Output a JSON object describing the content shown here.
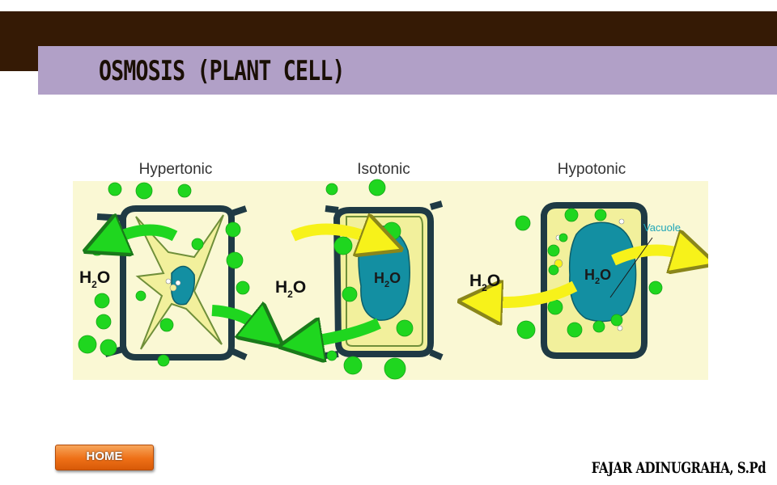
{
  "slide": {
    "title": "OSMOSIS (PLANT CELL)",
    "home_label": "HOME",
    "author": "FAJAR ADINUGRAHA, S.Pd"
  },
  "diagram": {
    "panels": [
      {
        "label": "Hypertonic",
        "water": "H",
        "water_sub": "2",
        "water_o": "O"
      },
      {
        "label": "Isotonic",
        "water": "H",
        "water_sub": "2",
        "water_o": "O",
        "vacuole_text": "H",
        "vacuole_sub": "2",
        "vacuole_o": "O"
      },
      {
        "label": "Hypotonic",
        "water": "H",
        "water_sub": "2",
        "water_o": "O",
        "vacuole_text": "H",
        "vacuole_sub": "2",
        "vacuole_o": "O",
        "callout": "Vacuole"
      }
    ],
    "colors": {
      "background": "#faf8d4",
      "cell_wall": "#1f3a44",
      "cytoplasm": "#f2f09c",
      "vacuole": "#138fa2",
      "water_molecule": "#1fd61f",
      "arrow_out": "#1fd61f",
      "arrow_in": "#f7f21a",
      "callout": "#1fa6b8"
    }
  }
}
